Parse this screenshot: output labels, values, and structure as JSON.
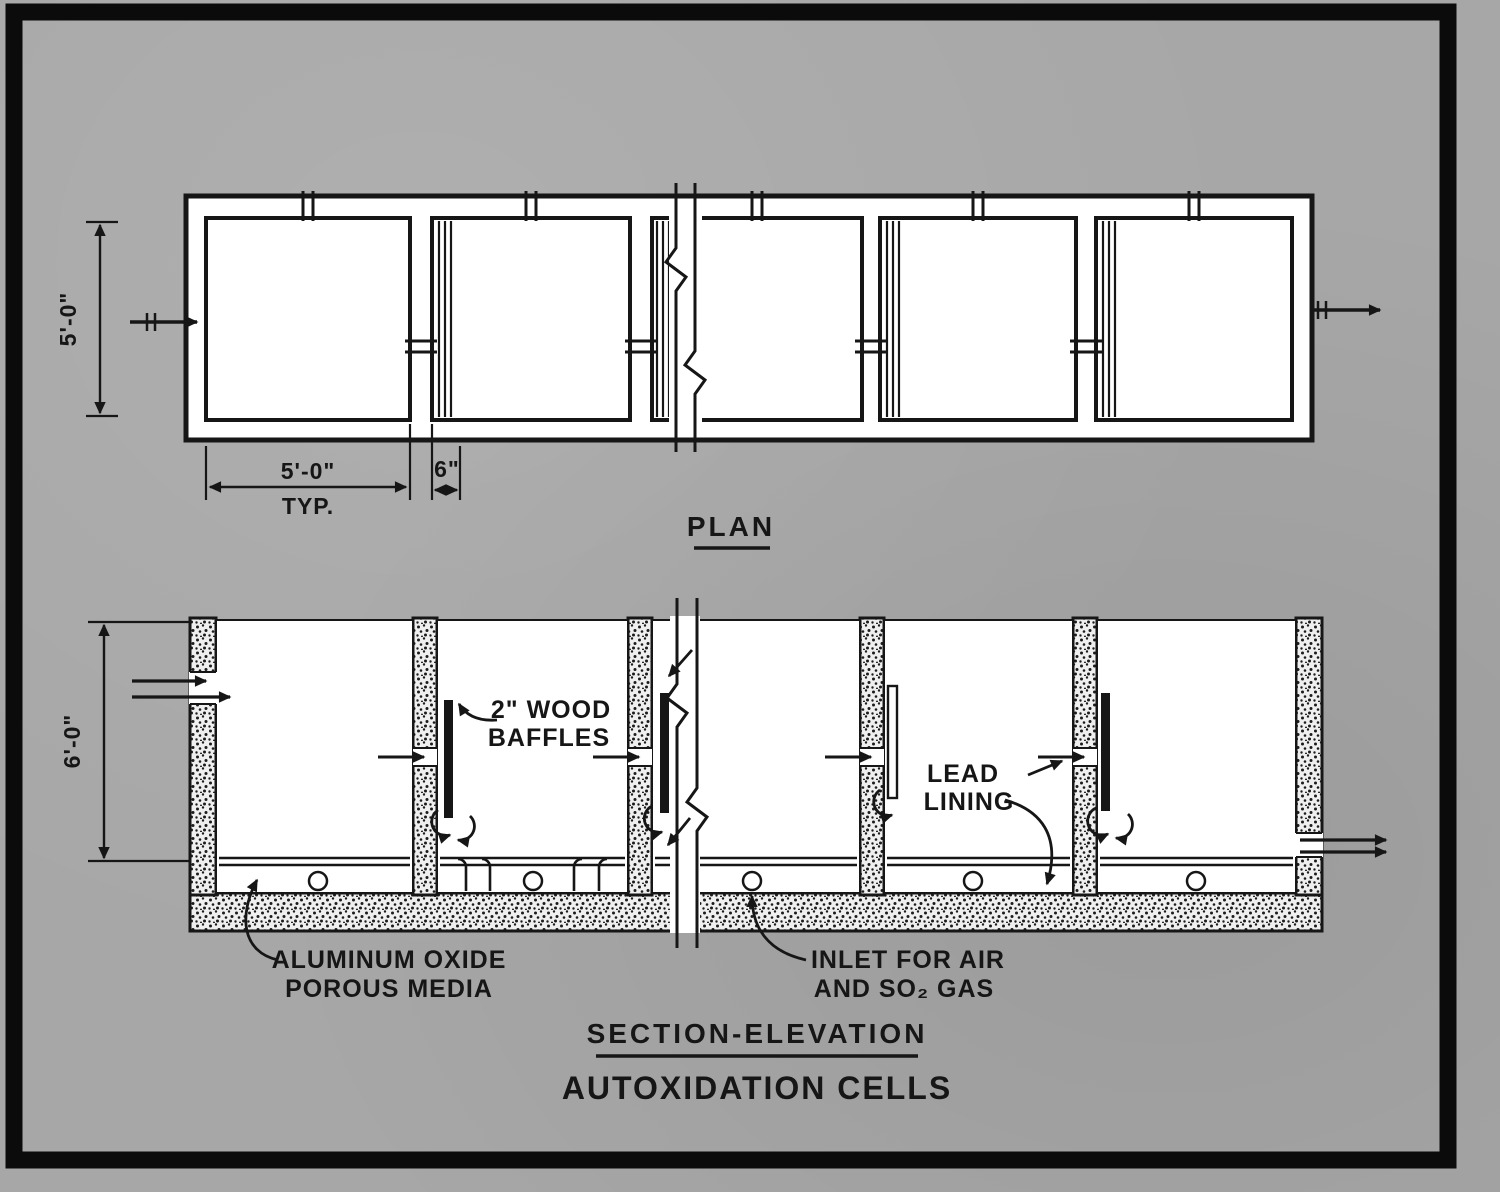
{
  "drawing": {
    "title": "AUTOXIDATION CELLS"
  },
  "plan": {
    "title": "PLAN",
    "dim_height": "5'-0\"",
    "dim_cell_width": "5'-0\"",
    "dim_cell_width_note": "TYP.",
    "dim_wall": "6\""
  },
  "section": {
    "title": "SECTION-ELEVATION",
    "dim_height": "6'-0\"",
    "labels": {
      "baffles_1": "2\" WOOD",
      "baffles_2": "BAFFLES",
      "lead_1": "LEAD",
      "lead_2": "LINING",
      "media_1": "ALUMINUM OXIDE",
      "media_2": "POROUS MEDIA",
      "inlet_1": "INLET FOR AIR",
      "inlet_2": "AND SO₂ GAS"
    }
  },
  "colors": {
    "background": "#a7a7a7",
    "ink": "#161616",
    "paper": "#ffffff"
  }
}
